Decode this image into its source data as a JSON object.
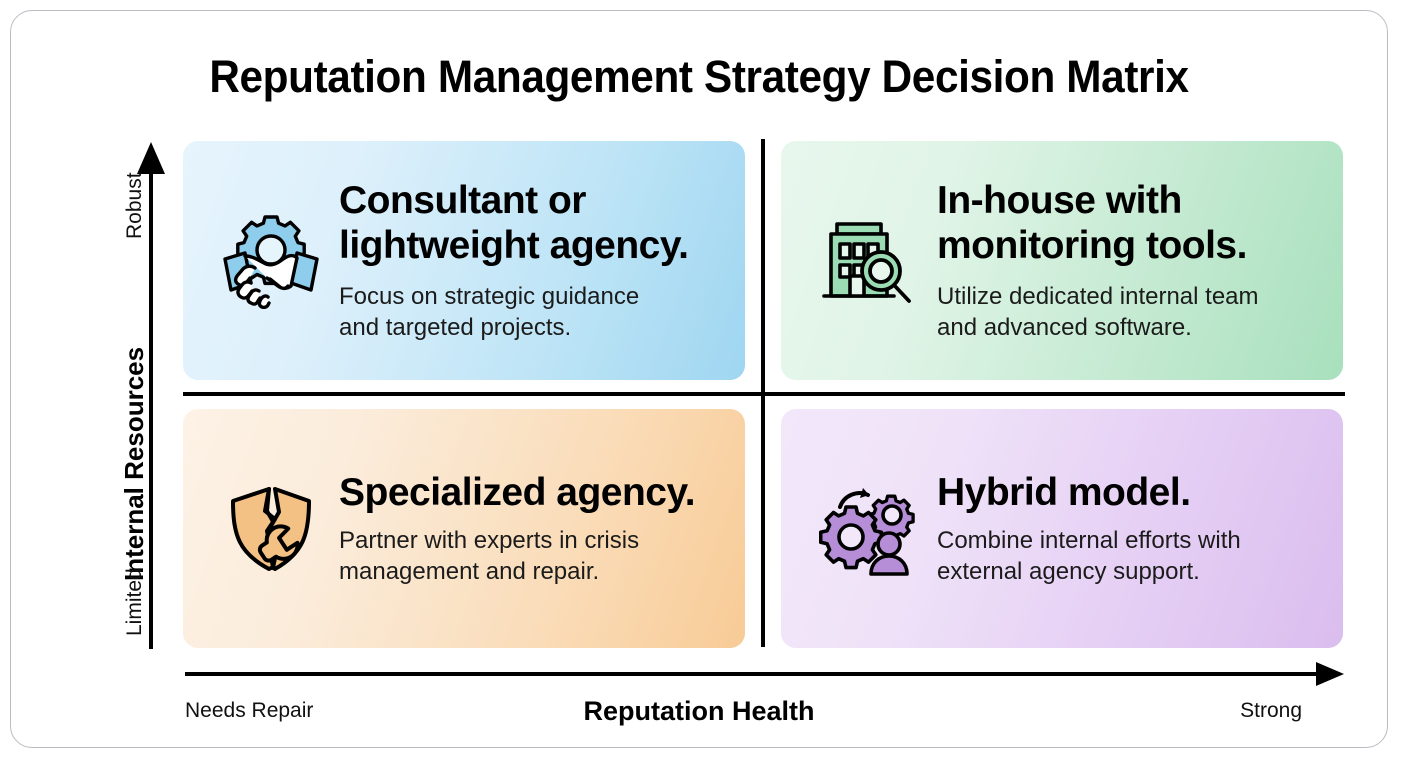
{
  "title": "Reputation Management Strategy Decision Matrix",
  "axes": {
    "y": {
      "label": "Internal Resources",
      "max": "Robust",
      "min": "Limited"
    },
    "x": {
      "label": "Reputation Health",
      "min": "Needs Repair",
      "max": "Strong"
    }
  },
  "colors": {
    "blue_light": "#e6f4fc",
    "blue_dark": "#9fd6f1",
    "blue_fill": "#8fcdec",
    "green_light": "#e8f7ed",
    "green_dark": "#a8e0bd",
    "green_fill": "#9bdcb4",
    "orange_light": "#fdf2e6",
    "orange_dark": "#f8cb96",
    "orange_fill": "#f4c184",
    "purple_light": "#f3e8fa",
    "purple_dark": "#dabdee",
    "purple_fill": "#b68ed8",
    "stroke": "#000000",
    "frame_border": "#b9bdc2"
  },
  "quadrants": [
    {
      "id": "top-left",
      "position": "high-resources-poor-reputation",
      "icon": "handshake-gear-icon",
      "heading": "Consultant or\nlightweight agency.",
      "subtext": "Focus on strategic guidance\nand targeted projects."
    },
    {
      "id": "top-right",
      "position": "high-resources-strong-reputation",
      "icon": "building-magnifier-icon",
      "heading": "In-house with\nmonitoring tools.",
      "subtext": "Utilize dedicated internal team\nand advanced software."
    },
    {
      "id": "bottom-left",
      "position": "low-resources-poor-reputation",
      "icon": "cracked-shield-wrench-icon",
      "heading": "Specialized agency.",
      "subtext": "Partner with experts in crisis\nmanagement and repair."
    },
    {
      "id": "bottom-right",
      "position": "low-resources-strong-reputation",
      "icon": "gears-person-icon",
      "heading": "Hybrid model.",
      "subtext": "Combine internal efforts with\nexternal agency support."
    }
  ],
  "chart_data": {
    "type": "table",
    "title": "Reputation Management Strategy Decision Matrix",
    "xlabel": "Reputation Health",
    "ylabel": "Internal Resources",
    "xticks": [
      "Needs Repair",
      "Strong"
    ],
    "yticks": [
      "Limited",
      "Robust"
    ],
    "grid": false,
    "legend": "none",
    "cells": [
      {
        "x": "Needs Repair",
        "y": "Robust",
        "label": "Consultant or lightweight agency.",
        "detail": "Focus on strategic guidance and targeted projects."
      },
      {
        "x": "Strong",
        "y": "Robust",
        "label": "In-house with monitoring tools.",
        "detail": "Utilize dedicated internal team and advanced software."
      },
      {
        "x": "Needs Repair",
        "y": "Limited",
        "label": "Specialized agency.",
        "detail": "Partner with experts in crisis management and repair."
      },
      {
        "x": "Strong",
        "y": "Limited",
        "label": "Hybrid model.",
        "detail": "Combine internal efforts with external agency support."
      }
    ]
  }
}
